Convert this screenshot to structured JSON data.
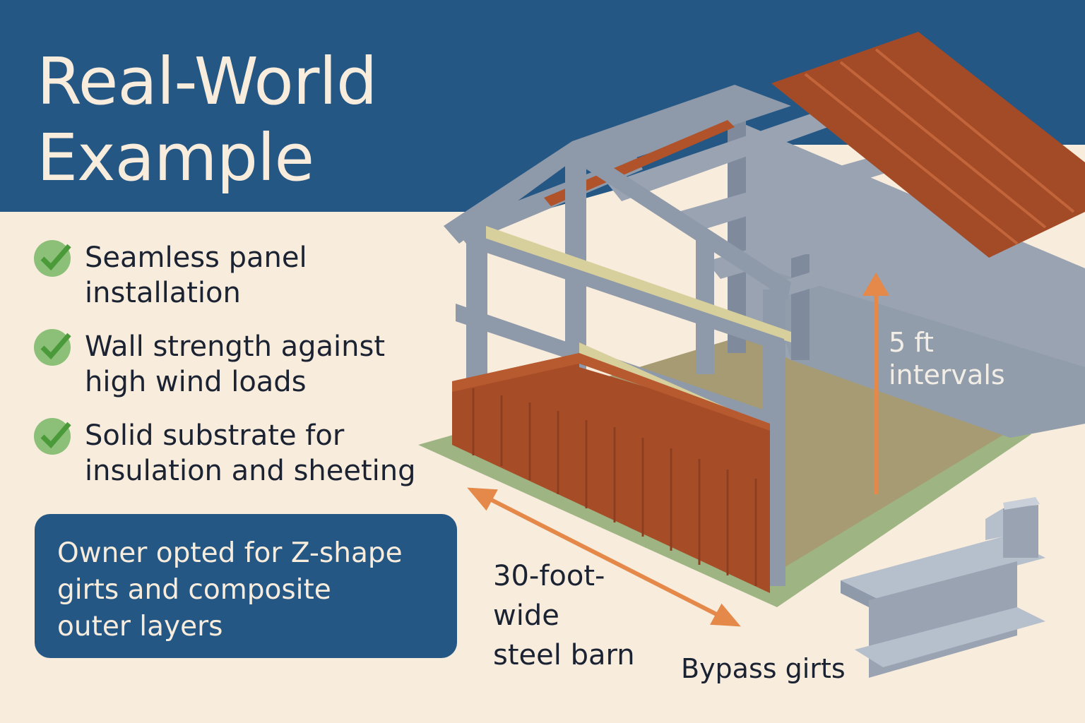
{
  "title": {
    "line1": "Real-World",
    "line2": "Example"
  },
  "benefits": [
    {
      "line1": "Seamless panel",
      "line2": "installation"
    },
    {
      "line1": "Wall strength against",
      "line2": "high wind loads"
    },
    {
      "line1": "Solid substrate for",
      "line2": "insulation and sheeting"
    }
  ],
  "owner_note": {
    "line1": "Owner opted for Z-shape",
    "line2": "girts and composite",
    "line3": "outer layers"
  },
  "labels": {
    "width": {
      "line1": "30-foot-",
      "line2": "wide",
      "line3": "steel barn"
    },
    "interval": {
      "line1": "5 ft",
      "line2": "intervals"
    },
    "bypass": "Bypass girts"
  },
  "colors": {
    "header_blue": "#255785",
    "cream": "#f8ecdc",
    "steel": "#8e99a9",
    "roof_rust": "#a34a26",
    "wall_rust": "#a64d28",
    "floor": "#a69b72",
    "grass": "#9eb583",
    "arrow_orange": "#e4894a",
    "check_green": "#8cbf78"
  }
}
